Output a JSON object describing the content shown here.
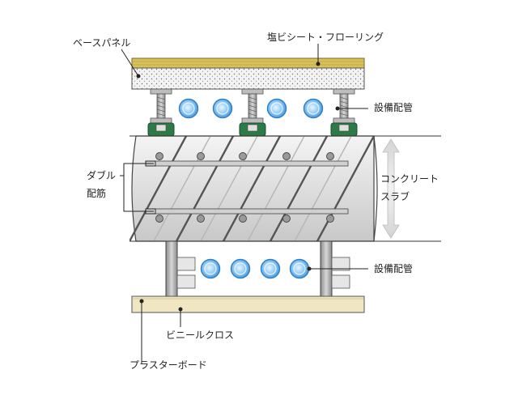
{
  "labels": {
    "base_panel": "ベースパネル",
    "vinyl_flooring": "塩ビシート・フローリング",
    "piping_upper": "設備配管",
    "double_rebar_line1": "ダブル",
    "double_rebar_line2": "配筋",
    "concrete_line1": "コンクリート",
    "concrete_line2": "スラブ",
    "piping_lower": "設備配管",
    "vinyl_cloth": "ビニールクロス",
    "plaster_board": "プラスターボード"
  },
  "colors": {
    "flooring": "#d9c15a",
    "base_panel": "#f1f1f1",
    "slab_top": "#eeeeee",
    "slab_bottom": "#cfcfcf",
    "pipe_core": "#5aa9ec",
    "pipe_ring": "#3f8fd6",
    "support_foot": "#2e7a45",
    "plaster_board": "#f1e6c2"
  }
}
